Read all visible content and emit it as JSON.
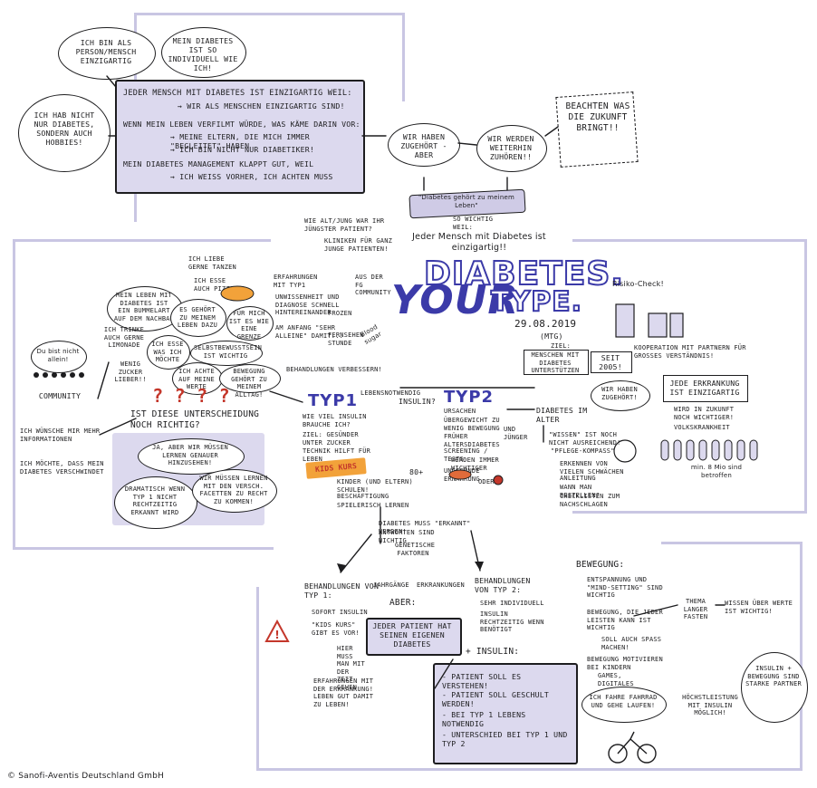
{
  "colors": {
    "accent": "#dcd9ee",
    "frame": "#c9c6e3",
    "ink": "#1d1d1f",
    "brand": "#3b3aa8",
    "orange": "#f2a23a",
    "red": "#c4372b"
  },
  "top": {
    "bubble1": "Ich bin als Person/Mensch einzigartig",
    "bubble2": "Mein Diabetes ist so individuell wie ich!",
    "bubble3": "Ich hab nicht nur Diabetes, sondern auch Hobbies!",
    "panel": [
      "Jeder Mensch mit Diabetes ist einzigartig weil:",
      "→ wir als Menschen einzigartig sind!",
      "wenn mein Leben verfilmt würde, was käme darin vor:",
      "→ meine Eltern, die mich immer \"begleitet\" haben",
      "→ ich bin nicht nur Diabetiker!",
      "Mein Diabetes Management klappt gut, weil",
      "→ ich weiß vorher, ich achten muss"
    ],
    "listen_left": "Wir haben zugehört - aber",
    "listen_right": "Wir werden weiterhin zuhören!!",
    "future": "Beachten was die Zukunft bringt!!",
    "quote": "\"Diabetes gehört zu meinem Leben\"",
    "quote_note": "so wichtig weil:",
    "tagline": "Jeder Mensch mit Diabetes ist einzigartig!!"
  },
  "center": {
    "title_line1": "DIABETES.",
    "title_your": "YOUR",
    "title_type": "TYPE.",
    "date": "29.08.2019",
    "date_note": "(MTG)",
    "q1": "Wie alt/jung war ihr jüngster Patient?",
    "q1_ans": "Kliniken für ganz junge Patienten!",
    "exp_title": "Erfahrungen mit TYP1",
    "exp_items": [
      "Unwissenheit und Diagnose schnell hintereinander",
      "Am Anfang \"sehr alleine\" damit..."
    ],
    "age_note": "Aus der FG Community",
    "frozen": "Frozen",
    "schedule": "Fernsehen Stunde",
    "blood_sugar": "Blood sugar",
    "treatments_better": "Behandlungen verbessern!",
    "goal_label": "Ziel:",
    "goal": "Menschen mit Diabetes unterstützen",
    "since": "Seit 2005!",
    "risk": "Risiko-Check!",
    "coop": "Kooperation mit Partnern für großes Verständnis!"
  },
  "left": {
    "dance": "Ich liebe Gerne Tanzen",
    "pizza": "Ich esse auch Pizza",
    "rest": "Mein Leben mit Diabetes ist ein Bummelart auf dem Nachbar",
    "part": "Es gehört zu meinem Leben dazu",
    "lemonade": "Ich trinke auch gerne Limonade",
    "limit": "Für mich ist es wie eine Grenze",
    "knowhow": "Ich esse was ich möchte",
    "selfconf": "Selbstbewusstsein ist wichtig",
    "sugar": "Wenig Zucker lieber!!",
    "fight": "Ich achte auf meine Werte",
    "move": "Bewegung gehört zu meinem Alltag!",
    "alone": "Du bist nicht allein!",
    "community": "Community",
    "wish1": "Ich wünsche mir mehr Informationen",
    "wish2": "Ich möchte, dass mein Diabetes verschwindet",
    "question": "Ist diese Unterscheidung noch richtig?",
    "ans1": "Ja, aber wir müssen lernen genauer hinzusehen!",
    "ans2": "Dramatisch wenn Typ 1 nicht rechtzeitig erkannt wird",
    "ans3": "Wir müssen lernen mit den versch. Facetten zu recht zu kommen!"
  },
  "types": {
    "type1": "TYP1",
    "type2": "TYP2",
    "insulin": "Insulin?",
    "type1_note": "Lebensnotwendig",
    "t1_items": [
      "Wie viel Insulin brauche ich?",
      "Ziel: Gesünder unter Zucker",
      "Technik hilft für Leben"
    ],
    "kids": "Kids Kurs",
    "t1_more": [
      "Kinder (und Eltern) schulen!",
      "Beschäftigung",
      "spielerisch lernen"
    ],
    "age_80": "80+",
    "t2_items": [
      "Ursachen",
      "Übergewicht zu wenig Bewegung",
      "Früher Altersdiabetes",
      "Screening / Tests",
      "ungesunde Ernährung"
    ],
    "t2_note": "und jünger",
    "t2_tests": "werden immer wichtiger",
    "food_note": "oder",
    "age_diabetes": "Diabetes im Alter",
    "age_items": [
      "\"Wissen\" ist noch nicht ausreichend!",
      "\"Pflege-Kompass\"",
      "Erkennen von vielen Schwächen",
      "Anleitung",
      "Wann man bestellen?",
      "Checklisten zum Nachschlagen"
    ],
    "heard": "Wir haben zugehört!",
    "each": "Jede Erkrankung ist einzigartig",
    "future_items": [
      "wird in Zukunft noch wichtiger!",
      "Volkskrankheit"
    ],
    "stats": "min. 8 Mio sind betroffen",
    "crosslink": "Diabetes muss \"erkannt\" werden!",
    "crosslink2": "Antworten sind wichtig",
    "legs": "Genetische Faktoren",
    "legs_l": "Jahrgänge",
    "legs_r": "Erkrankungen"
  },
  "bottom": {
    "treat1_title": "Behandlungen von Typ 1:",
    "treat1_items": [
      "Sofort Insulin",
      "\"Kids Kurs\" gibt es vor!",
      "Hier muss man mit der Zeit gehen",
      "Erfahrungen mit der Erkrankung! Leben gut damit zu leben!"
    ],
    "aber": "Aber:",
    "aber_text": "Jeder Patient hat seinen eigenen Diabetes",
    "treat2_title": "Behandlungen von Typ 2:",
    "treat2_items": [
      "Sehr individuell",
      "Insulin rechtzeitig wenn benötigt"
    ],
    "insulin_title": "+ Insulin:",
    "insulin_items": [
      "- Patient soll es verstehen!",
      "- Patient soll geschult werden!",
      "- bei Typ 1 lebens notwendig",
      "- Unterschied bei Typ 1 und Typ 2"
    ],
    "move_title": "Bewegung:",
    "move_items": [
      "Entspannung und \"Mind-Setting\" sind wichtig",
      "Bewegung, die jeder leisten kann ist wichtig",
      "soll auch Spaß machen!",
      "Bewegung motivieren bei Kindern",
      "Games, Digitales"
    ],
    "bike": "Ich fahre Fahrrad und gehe laufen!",
    "theme": "Thema langer Fasten",
    "theme_ans": "Wissen über Werte ist wichtig!",
    "perf": "Höchstleistung mit Insulin möglich!",
    "combo": "Insulin + Bewegung sind starke Partner"
  },
  "copyright": "© Sanofi-Aventis Deutschland GmbH"
}
